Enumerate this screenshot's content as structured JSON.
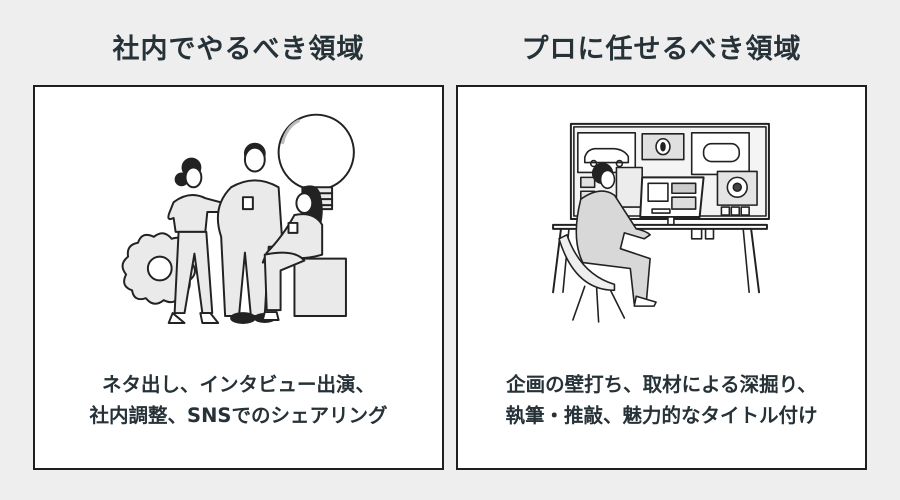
{
  "columns": [
    {
      "title": "社内でやるべき領域",
      "illustration": "team-brainstorm-illustration",
      "description_lines": [
        "ネタ出し、インタビュー出演、",
        "社内調整、SNSでのシェアリング"
      ]
    },
    {
      "title": "プロに任せるべき領域",
      "illustration": "designer-at-desk-illustration",
      "description_lines": [
        "企画の壁打ち、取材による深掘り、",
        "執筆・推敲、魅力的なタイトル付け"
      ]
    }
  ],
  "colors": {
    "background": "#eeeeee",
    "panel": "#ffffff",
    "border": "#1f1f1f",
    "text": "#263238"
  }
}
